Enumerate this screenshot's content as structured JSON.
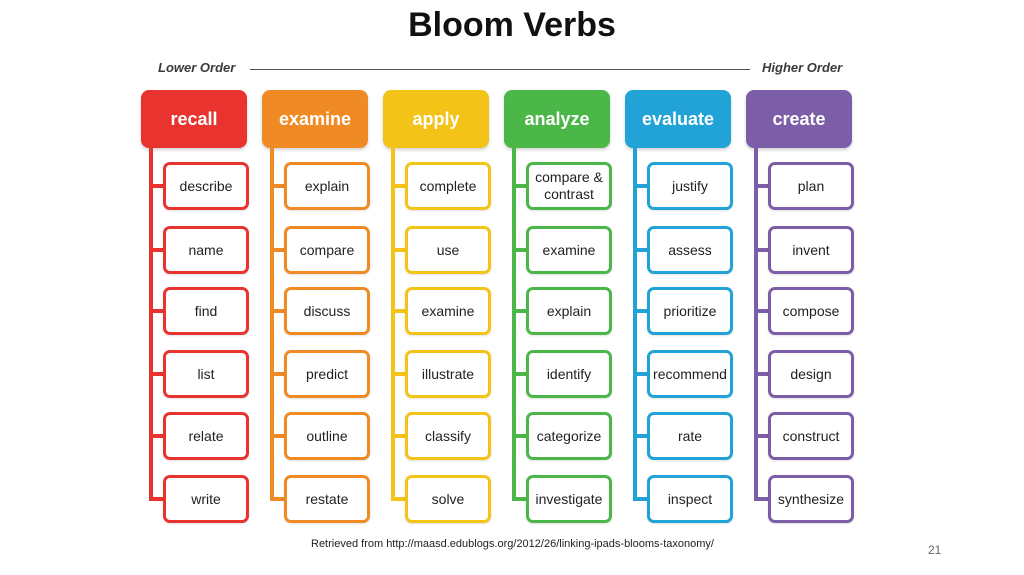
{
  "title": "Bloom Verbs",
  "lower_order_label": "Lower Order",
  "higher_order_label": "Higher Order",
  "columns": [
    {
      "name": "recall",
      "color": "#e8332e",
      "verbs": [
        "describe",
        "name",
        "find",
        "list",
        "relate",
        "write"
      ]
    },
    {
      "name": "examine",
      "color": "#f08a24",
      "verbs": [
        "explain",
        "compare",
        "discuss",
        "predict",
        "outline",
        "restate"
      ]
    },
    {
      "name": "apply",
      "color": "#f3c318",
      "verbs": [
        "complete",
        "use",
        "examine",
        "illustrate",
        "classify",
        "solve"
      ]
    },
    {
      "name": "analyze",
      "color": "#4bb748",
      "verbs": [
        "compare & contrast",
        "examine",
        "explain",
        "identify",
        "categorize",
        "investigate"
      ]
    },
    {
      "name": "evaluate",
      "color": "#22a3d8",
      "verbs": [
        "justify",
        "assess",
        "prioritize",
        "recommend",
        "rate",
        "inspect"
      ]
    },
    {
      "name": "create",
      "color": "#7b5ea7",
      "verbs": [
        "plan",
        "invent",
        "compose",
        "design",
        "construct",
        "synthesize"
      ]
    }
  ],
  "source_text": "Retrieved from http://maasd.edublogs.org/2012/26/linking-ipads-blooms-taxonomy/",
  "page_number": "21"
}
